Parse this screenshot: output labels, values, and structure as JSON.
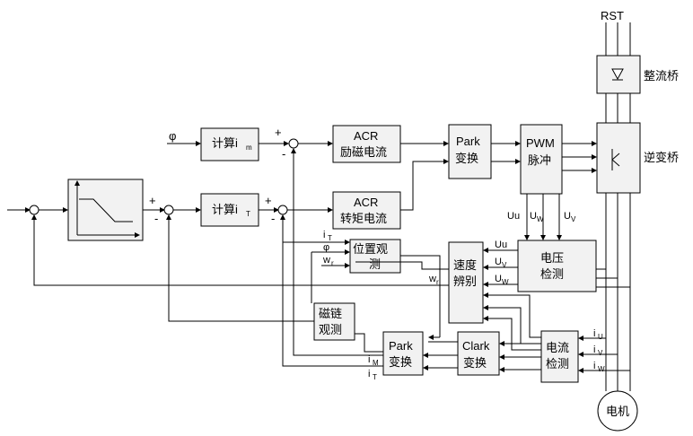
{
  "labels": {
    "phi": "φ",
    "calc_im": "计算i",
    "calc_im_sub": "m",
    "calc_it": "计算i",
    "calc_it_sub": "T",
    "acr1_line1": "ACR",
    "acr1_line2": "励磁电流",
    "acr2_line1": "ACR",
    "acr2_line2": "转矩电流",
    "park1_line1": "Park",
    "park1_line2": "变换",
    "pwm_line1": "PWM",
    "pwm_line2": "脉冲",
    "rectifier": "整流桥",
    "inverter": "逆变桥",
    "rst": "RST",
    "pos_obs_line1": "位置观",
    "pos_obs_line2": "测",
    "speed_id_line1": "速度",
    "speed_id_line2": "辨别",
    "volt_det_line1": "电压",
    "volt_det_line2": "检测",
    "flux_obs_line1": "磁链",
    "flux_obs_line2": "观测",
    "park2_line1": "Park",
    "park2_line2": "变换",
    "clark_line1": "Clark",
    "clark_line2": "变换",
    "curr_det_line1": "电流",
    "curr_det_line2": "检测",
    "motor": "电机",
    "plus": "+",
    "minus": "-",
    "uu": "Uu",
    "uw": "U",
    "uw_sub": "W",
    "uv": "U",
    "uv_sub": "V",
    "vu": "Uu",
    "vv": "U",
    "vv_sub": "V",
    "vw": "U",
    "vw_sub": "W",
    "it_in": "i",
    "it_in_sub": "T",
    "phi_in": "φ",
    "wr_in": "w",
    "wr_in_sub": "r",
    "wr_label": "w",
    "wr_label_sub": "r",
    "iu": "i",
    "iu_sub": "U",
    "iv": "i",
    "iv_sub": "V",
    "iw": "i",
    "iw_sub": "W",
    "im_out": "i",
    "im_out_sub": "M",
    "it_out": "i",
    "it_out_sub": "T"
  }
}
